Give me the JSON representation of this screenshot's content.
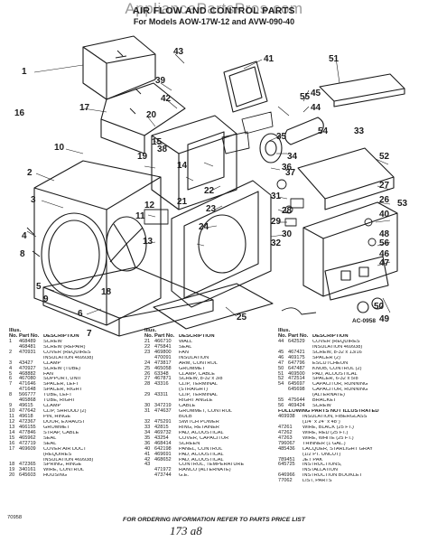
{
  "watermark": "AppliancePartsPros.com",
  "title": "AIR FLOW AND CONTROL PARTS",
  "subtitle": "For Models AOW-17W-12 and AVW-090-40",
  "callouts": [
    "1",
    "2",
    "3",
    "4",
    "5",
    "6",
    "7",
    "8",
    "9",
    "10",
    "11",
    "12",
    "13",
    "14",
    "15",
    "16",
    "17",
    "18",
    "19",
    "20",
    "21",
    "22",
    "23",
    "24",
    "25",
    "26",
    "27",
    "28",
    "29",
    "30",
    "31",
    "32",
    "33",
    "34",
    "35",
    "36",
    "37",
    "38",
    "39",
    "40",
    "41",
    "42",
    "43",
    "44",
    "45",
    "46",
    "47",
    "48",
    "49",
    "50",
    "51",
    "52",
    "53",
    "54",
    "55",
    "56"
  ],
  "diagram_code": "AC-0958",
  "table": {
    "col_illus": "Illus. No.",
    "col_part": "Part No.",
    "col_desc": "DESCRIPTION",
    "rows_1": [
      {
        "n": "1",
        "p": "468489",
        "d": "SCREW"
      },
      {
        "n": "",
        "p": "468481",
        "d": "SCREW (REPAIR)"
      },
      {
        "n": "2",
        "p": "470931",
        "d": "COVER (REQUIRES"
      },
      {
        "n": "",
        "p": "",
        "d": "INSULATION 469938)"
      },
      {
        "n": "3",
        "p": "43427",
        "d": "CLAMP"
      },
      {
        "n": "4",
        "p": "470927",
        "d": "SCREW (TUBE)"
      },
      {
        "n": "5",
        "p": "468882",
        "d": "FAN"
      },
      {
        "n": "6",
        "p": "467080",
        "d": "SUPPORT, UNIT"
      },
      {
        "n": "7",
        "p": "471646",
        "d": "SPACER, LEFT"
      },
      {
        "n": "",
        "p": "471648",
        "d": "SPACER, RIGHT"
      },
      {
        "n": "8",
        "p": "566777",
        "d": "TUBE, LEFT"
      },
      {
        "n": "",
        "p": "465868",
        "d": "TUBE, RIGHT"
      },
      {
        "n": "9",
        "p": "49615",
        "d": "CLAMP"
      },
      {
        "n": "10",
        "p": "477642",
        "d": "CLIP, SHROUD (2)"
      },
      {
        "n": "11",
        "p": "49618",
        "d": "PIN, HINGE"
      },
      {
        "n": "12",
        "p": "472367",
        "d": "DOOR, EXHAUST"
      },
      {
        "n": "13",
        "p": "466155",
        "d": "GROMMET"
      },
      {
        "n": "14",
        "p": "477846",
        "d": "STRAP, CABLE"
      },
      {
        "n": "15",
        "p": "465962",
        "d": "SEAL"
      },
      {
        "n": "16",
        "p": "472719",
        "d": "SEAL"
      },
      {
        "n": "17",
        "p": "469609",
        "d": "COVER AIR DUCT"
      },
      {
        "n": "",
        "p": "",
        "d": "(REQUIRES"
      },
      {
        "n": "",
        "p": "",
        "d": "INSULATION 469938)"
      },
      {
        "n": "18",
        "p": "472365",
        "d": "SPRING, HINGE"
      },
      {
        "n": "19",
        "p": "340161",
        "d": "WIRE, CONTROL"
      },
      {
        "n": "20",
        "p": "645603",
        "d": "HOUSING"
      }
    ],
    "rows_2": [
      {
        "n": "21",
        "p": "466710",
        "d": "WALL"
      },
      {
        "n": "22",
        "p": "475841",
        "d": "SEAL"
      },
      {
        "n": "23",
        "p": "469800",
        "d": "FAN"
      },
      {
        "n": "",
        "p": "470091",
        "d": "INSULATION"
      },
      {
        "n": "24",
        "p": "473817",
        "d": "ARM, CONTROL"
      },
      {
        "n": "25",
        "p": "465058",
        "d": "GROMMET"
      },
      {
        "n": "26",
        "p": "63348",
        "d": "CLAMP, CABLE"
      },
      {
        "n": "27",
        "p": "467871",
        "d": "SCREW, 8-32 x 3/8"
      },
      {
        "n": "28",
        "p": "43316",
        "d": "CLIP, TERMINAL"
      },
      {
        "n": "",
        "p": "",
        "d": "(STRAIGHT)"
      },
      {
        "n": "29",
        "p": "43311",
        "d": "CLIP, TERMINAL"
      },
      {
        "n": "",
        "p": "",
        "d": "RIGHT ANGLE"
      },
      {
        "n": "30",
        "p": "347219",
        "d": "CABLE"
      },
      {
        "n": "31",
        "p": "474637",
        "d": "GROMMET, CONTROL"
      },
      {
        "n": "",
        "p": "",
        "d": "BULB"
      },
      {
        "n": "32",
        "p": "475291",
        "d": "SWITCH POWER"
      },
      {
        "n": "33",
        "p": "42815",
        "d": "RING, RETAINER"
      },
      {
        "n": "34",
        "p": "469732",
        "d": "PAD, ACOUSTICAL"
      },
      {
        "n": "35",
        "p": "43254",
        "d": "COVER, CAPACITOR"
      },
      {
        "n": "36",
        "p": "468414",
        "d": "SCREEN"
      },
      {
        "n": "40",
        "p": "642198",
        "d": "PANEL, CONTROL"
      },
      {
        "n": "41",
        "p": "469691",
        "d": "PAD, ACOUSTICAL"
      },
      {
        "n": "42",
        "p": "468652",
        "d": "PAD, ACOUSTICAL"
      },
      {
        "n": "43",
        "p": "",
        "d": "CONTROL, TEMPERATURE"
      },
      {
        "n": "",
        "p": "471972",
        "d": "RANCO (ALTERNATE)"
      },
      {
        "n": "",
        "p": "473744",
        "d": "G.E."
      }
    ],
    "rows_3": [
      {
        "n": "44",
        "p": "642529",
        "d": "COVER (REQUIRES"
      },
      {
        "n": "",
        "p": "",
        "d": "INSULATION 469938)"
      },
      {
        "n": "45",
        "p": "467421",
        "d": "SCREW, 8-32 x 13/16"
      },
      {
        "n": "46",
        "p": "469175",
        "d": "SPACER (2)"
      },
      {
        "n": "47",
        "p": "647796",
        "d": "ESCUTCHEON"
      },
      {
        "n": "50",
        "p": "647487",
        "d": "KNOB, CONTROL (2)"
      },
      {
        "n": "51",
        "p": "469500",
        "d": "PAD, ACOUSTICAL"
      },
      {
        "n": "52",
        "p": "472514",
        "d": "SPACER, 6-32 x 5/8"
      },
      {
        "n": "54",
        "p": "645697",
        "d": "CAPACITOR, RUNNING"
      },
      {
        "n": "",
        "p": "645698",
        "d": "CAPACITOR, RUNNING"
      },
      {
        "n": "",
        "p": "",
        "d": "(ALTERNATE)"
      },
      {
        "n": "55",
        "p": "475644",
        "d": "BRACKET"
      },
      {
        "n": "56",
        "p": "469424",
        "d": "SCREW"
      }
    ],
    "not_illustrated_heading": "FOLLOWING PARTS NOT ILLUSTRATED",
    "rows_extra": [
      {
        "p": "469938",
        "d": "INSULATION, FIBERGLASS"
      },
      {
        "p": "",
        "d": "(1/4\" x 24\" x 48\")"
      },
      {
        "p": "47261",
        "d": "WIRE, BLACK (25 FT.)"
      },
      {
        "p": "47262",
        "d": "WIRE, RED (25 FT.)"
      },
      {
        "p": "47263",
        "d": "WIRE, WHITE (25 FT.)"
      },
      {
        "p": "796067",
        "d": "THINNER (1 GAL.)"
      },
      {
        "p": "485436",
        "d": "LACQUER, STARLIGHT GRAY"
      },
      {
        "p": "",
        "d": "(1/2 PT. UNCUT)"
      },
      {
        "p": "789451",
        "d": "JET PAK"
      },
      {
        "p": "645725",
        "d": "INSTRUCTIONS,"
      },
      {
        "p": "",
        "d": "INSTALLATION"
      },
      {
        "p": "646966",
        "d": "INSTRUCTION BOOKLET"
      },
      {
        "p": "77062",
        "d": "LIST, PARTS"
      }
    ]
  },
  "footer": "FOR ORDERING INFORMATION REFER TO PARTS PRICE LIST",
  "footer_code": "70958",
  "handwritten": "173  a8"
}
